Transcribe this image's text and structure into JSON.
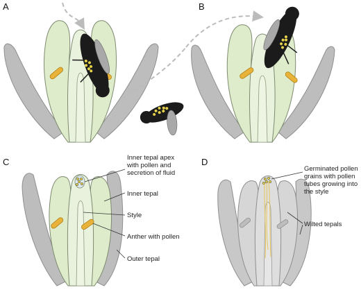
{
  "panels": {
    "a": {
      "letter": "A"
    },
    "b": {
      "letter": "B"
    },
    "c": {
      "letter": "C"
    },
    "d": {
      "letter": "D"
    }
  },
  "labels": {
    "inner_tepal_apex": [
      "Inner tepal apex",
      "with pollen and",
      "secretion of fluid"
    ],
    "inner_tepal": "Inner tepal",
    "style": "Style",
    "anther_with_pollen": "Anther with pollen",
    "outer_tepal": "Outer tepal",
    "germinated_pollen": [
      "Germinated pollen",
      "grains with pollen",
      "tubes growing into",
      "the style"
    ],
    "wilted_tepals": "Wilted tepals"
  },
  "colors": {
    "outer_tepal_fill": "#bdbdbd",
    "inner_tepal_fill": "#dfeccb",
    "style_fill": "#eef5e2",
    "anther_fill": "#e9b33a",
    "pollen": "#e4d24a",
    "insect": "#1b1b1b",
    "wing": "#a9a9a9",
    "flight_path": "#bbbbbb",
    "wilted_fill": "#cfcfcf",
    "pollen_tube": "#e7c558"
  },
  "icons": {
    "insect": "bee-icon"
  }
}
